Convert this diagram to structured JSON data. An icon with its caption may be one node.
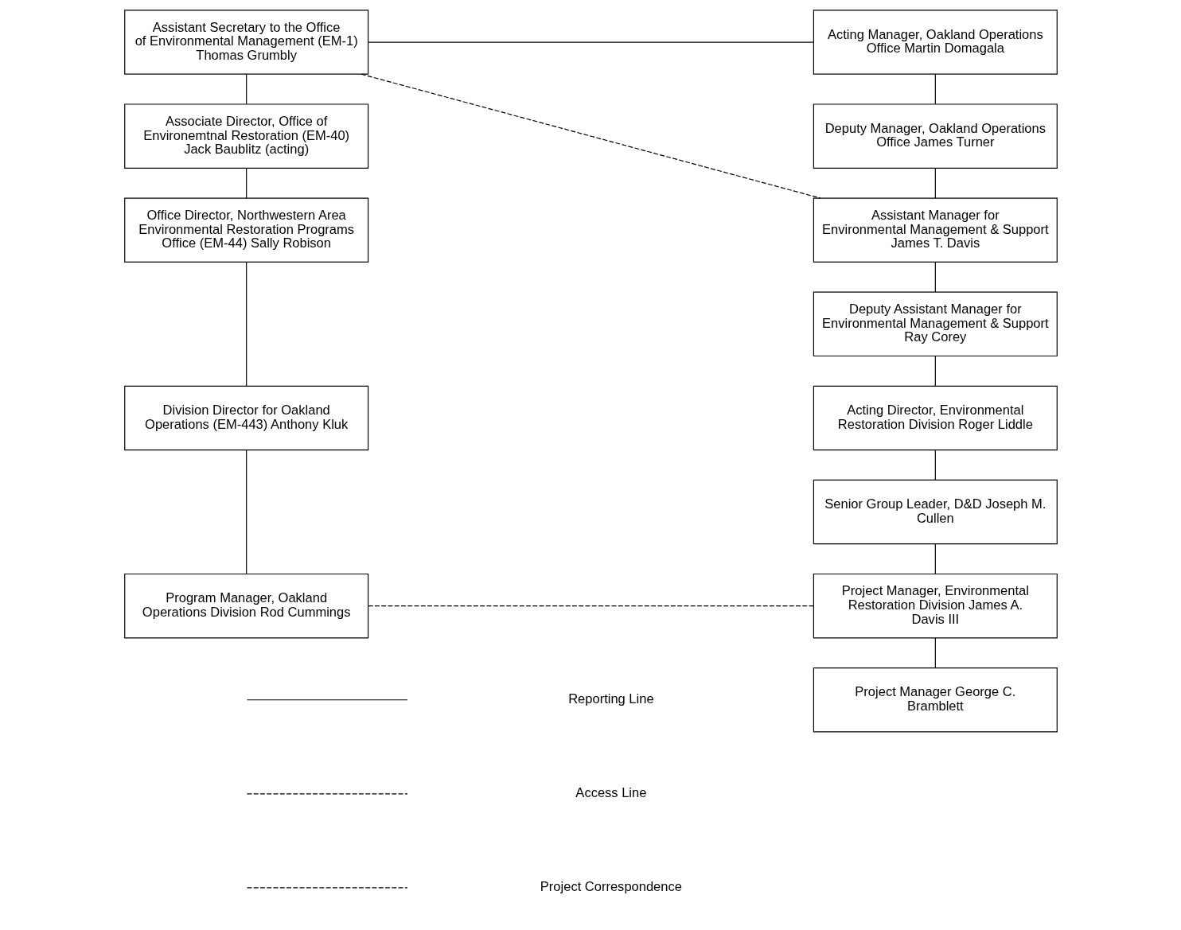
{
  "diagram": {
    "nodes": [
      {
        "text": [
          "Assistant Secretary to the Office of Environmental Management (EM-1) Thomas Grumbly"
        ]
      },
      {
        "text": [
          "Associate Director, Office of Environemtnal Restoration (EM-40) Jack Baublitz (acting)"
        ]
      },
      {
        "text": [
          "Office Director, Northwestern Area Environmental Restoration Programs Office (EM-44) Sally Robison"
        ]
      },
      {
        "text": [
          "Division Director for Oakland Operations (EM-443) Anthony Kluk"
        ]
      },
      {
        "text": [
          "Program Manager, Oakland Operations Division Rod Cummings"
        ]
      },
      {
        "text": [
          "Acting Manager, Oakland Operations Office Martin Domagala"
        ]
      },
      {
        "text": [
          "Deputy Manager, Oakland Operations Office James Turner"
        ]
      },
      {
        "text": [
          "Assistant Manager for Environmental Management & Support James T. Davis"
        ]
      },
      {
        "text": [
          "Deputy Assistant Manager for Environmental Management & Support Ray Corey"
        ]
      },
      {
        "text": [
          "Acting Director, Environmental Restoration Division Roger Liddle"
        ]
      },
      {
        "text": [
          "Senior Group Leader, D&D Joseph M. Cullen"
        ]
      },
      {
        "text": [
          "Project Manager, Environmental Restoration Division James A. Davis III"
        ]
      },
      {
        "text": [
          "Project Manager George C. Bramblett"
        ]
      }
    ],
    "edges": [
      {
        "from": 0,
        "to": 1,
        "arrow": "none"
      },
      {
        "from": 1,
        "to": 2,
        "arrow": "none"
      },
      {
        "from": 2,
        "to": 3,
        "arrow": "none"
      },
      {
        "from": 3,
        "to": 4,
        "arrow": "none"
      },
      {
        "from": 0,
        "to": 5,
        "arrow": "none"
      },
      {
        "from": 5,
        "to": 6,
        "arrow": "none"
      },
      {
        "from": 6,
        "to": 7,
        "arrow": "none"
      },
      {
        "from": 7,
        "to": 8,
        "arrow": "none"
      },
      {
        "from": 8,
        "to": 9,
        "arrow": "none"
      },
      {
        "from": 9,
        "to": 10,
        "arrow": "none"
      },
      {
        "from": 10,
        "to": 11,
        "arrow": "none"
      },
      {
        "from": 11,
        "to": 12,
        "arrow": "none"
      },
      {
        "from": 0,
        "to": 7,
        "arrow": "none",
        "style": "dashed"
      },
      {
        "from": 4,
        "to": 11,
        "arrow": "none",
        "style": "dashed"
      }
    ],
    "legend": [
      {
        "text": "Reporting Line"
      },
      {
        "text": "Access Line"
      },
      {
        "text": "Project Correspondence"
      }
    ]
  }
}
